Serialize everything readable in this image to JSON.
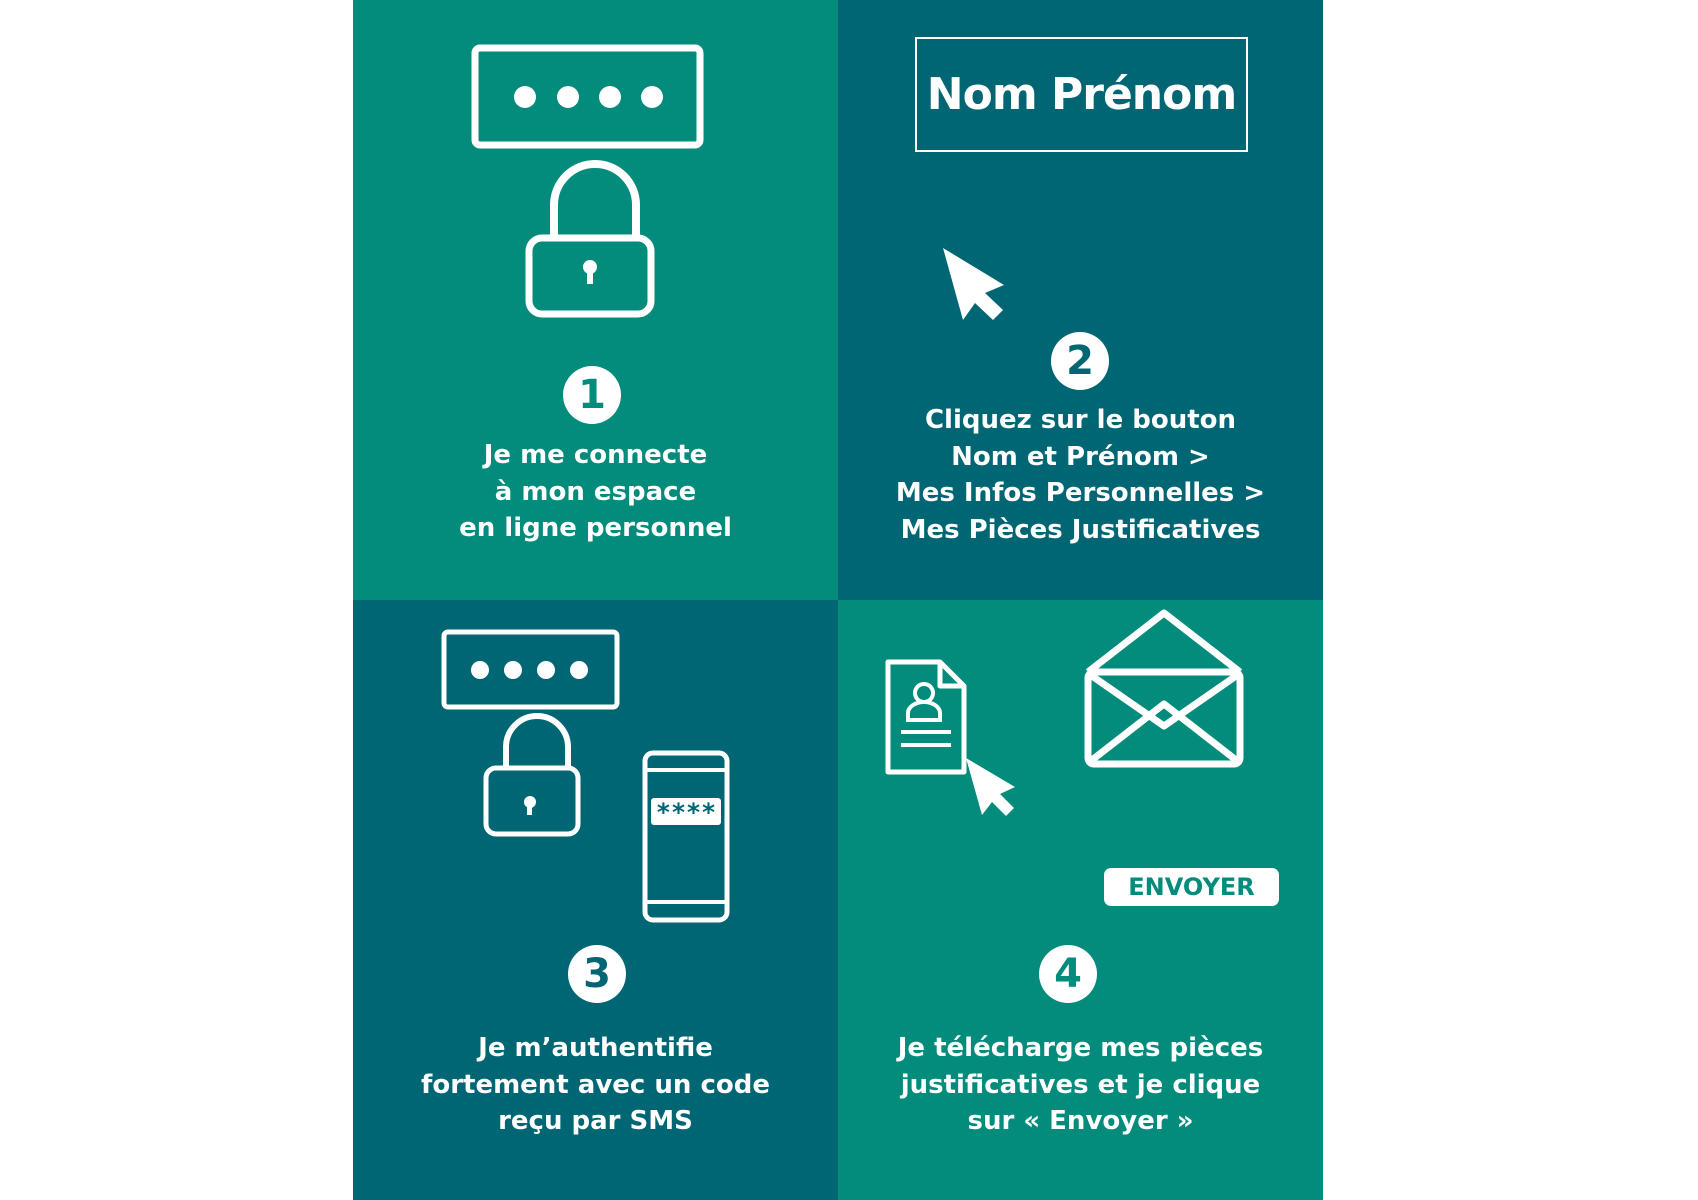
{
  "colors": {
    "green": "#038b7b",
    "teal": "#006674",
    "white": "#ffffff"
  },
  "steps": [
    {
      "number": "1",
      "lines": [
        "Je me connecte",
        "à mon espace",
        "en ligne personnel"
      ]
    },
    {
      "number": "2",
      "name_box": "Nom  Prénom",
      "lines": [
        "Cliquez sur le bouton",
        "Nom et Prénom >",
        "Mes Infos Personnelles >",
        "Mes Pièces Justificatives"
      ]
    },
    {
      "number": "3",
      "phone_code": "****",
      "lines": [
        "Je m’authentifie",
        "fortement avec un code",
        "reçu par SMS"
      ]
    },
    {
      "number": "4",
      "button_label": "ENVOYER",
      "lines": [
        "Je télécharge mes pièces",
        "justificatives et je clique",
        "sur « Envoyer »"
      ]
    }
  ]
}
